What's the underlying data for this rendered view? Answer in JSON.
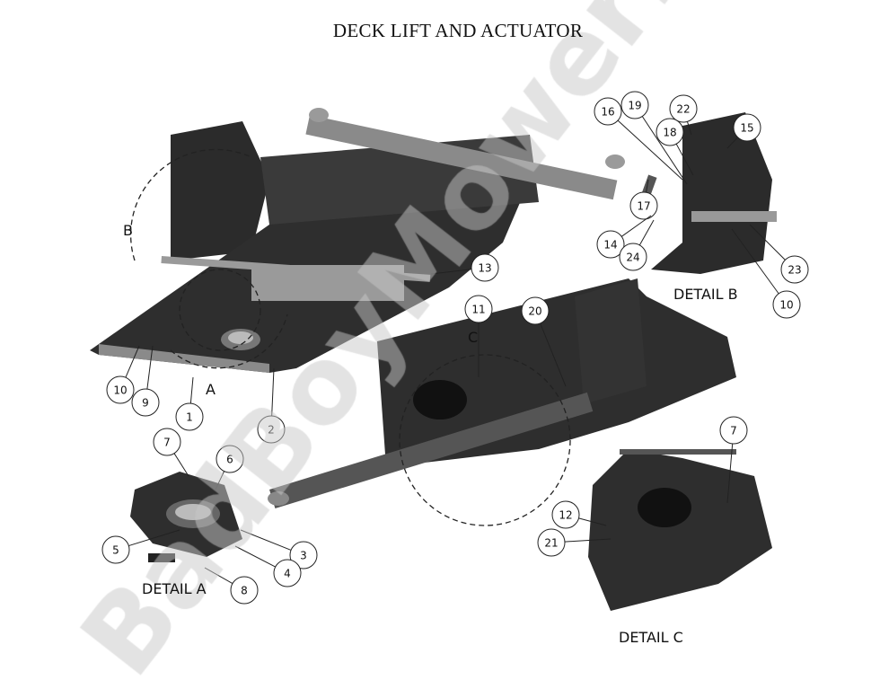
{
  "title": "DECK LIFT AND ACTUATOR",
  "watermark": "BadBoyMowerParts.com",
  "detail_labels": {
    "a": "DETAIL  A",
    "b": "DETAIL  B",
    "c": "DETAIL  C"
  },
  "view_markers": {
    "a": "A",
    "b": "B",
    "c": "C"
  },
  "callouts": [
    "16",
    "19",
    "22",
    "18",
    "15",
    "17",
    "14",
    "24",
    "23",
    "10",
    "13",
    "11",
    "20",
    "10",
    "9",
    "1",
    "2",
    "7",
    "6",
    "5",
    "3",
    "4",
    "8",
    "7",
    "12",
    "21"
  ],
  "colors": {
    "part_dark": "#2b2b2b",
    "part_mid": "#555555",
    "part_light": "#8a8a8a",
    "callout_stroke": "#222222"
  }
}
